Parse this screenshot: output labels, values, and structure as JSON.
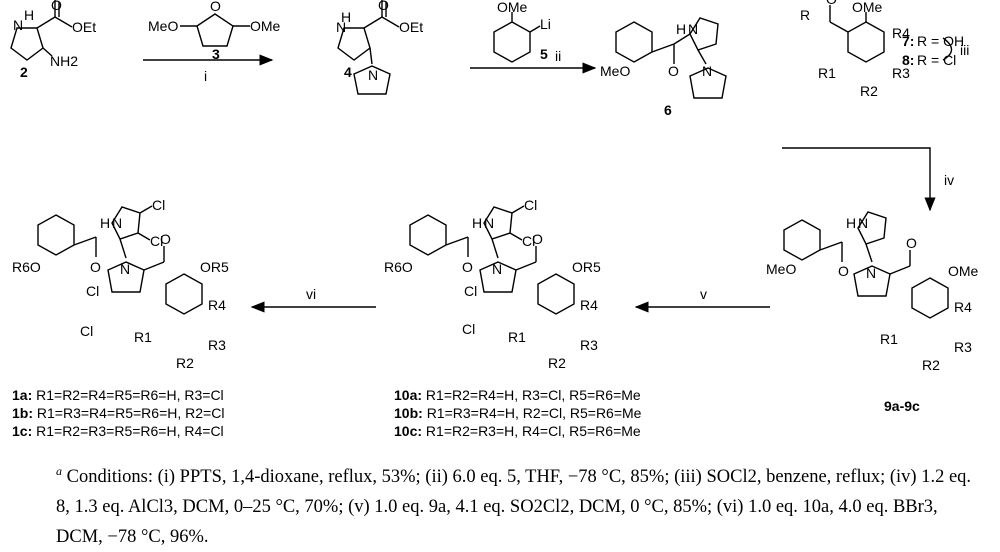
{
  "compounds": {
    "c2": "2",
    "c3": "3",
    "c4": "4",
    "c5": "5",
    "c6": "6",
    "c7": "7:",
    "c7_r": "R = OH",
    "c8": "8:",
    "c8_r": "R = Cl",
    "c9": "9a-9c"
  },
  "arrows": {
    "i": "i",
    "ii": "ii",
    "iii": "iii",
    "iv": "iv",
    "v": "v",
    "vi": "vi"
  },
  "atoms": {
    "H": "H",
    "N": "N",
    "O": "O",
    "OEt": "OEt",
    "NH2": "NH2",
    "MeO": "MeO",
    "OMe": "OMe",
    "Li": "Li",
    "Cl": "Cl",
    "R": "R",
    "R1": "R1",
    "R2": "R2",
    "R3": "R3",
    "R4": "R4",
    "R5": "OR5",
    "R6O": "R6O"
  },
  "series10": [
    {
      "id": "10a:",
      "text": "R1=R2=R4=H, R3=Cl, R5=R6=Me"
    },
    {
      "id": "10b:",
      "text": "R1=R3=R4=H, R2=Cl, R5=R6=Me"
    },
    {
      "id": "10c:",
      "text": "R1=R2=R3=H, R4=Cl, R5=R6=Me"
    }
  ],
  "series1": [
    {
      "id": "1a:",
      "text": "R1=R2=R4=R5=R6=H, R3=Cl"
    },
    {
      "id": "1b:",
      "text": "R1=R3=R4=R5=R6=H, R2=Cl"
    },
    {
      "id": "1c:",
      "text": "R1=R2=R3=R5=R6=H, R4=Cl"
    }
  ],
  "conditions": {
    "marker": "a",
    "text": "Conditions: (i) PPTS, 1,4-dioxane, reflux, 53%; (ii) 6.0 eq. 5, THF, −78 °C, 85%; (iii) SOCl2, benzene, reflux; (iv) 1.2 eq. 8, 1.3 eq. AlCl3, DCM, 0–25 °C, 70%; (v) 1.0 eq. 9a, 4.1 eq. SO2Cl2, DCM, 0 °C, 85%; (vi) 1.0 eq. 10a, 4.0 eq. BBr3, DCM, −78 °C, 96%."
  }
}
